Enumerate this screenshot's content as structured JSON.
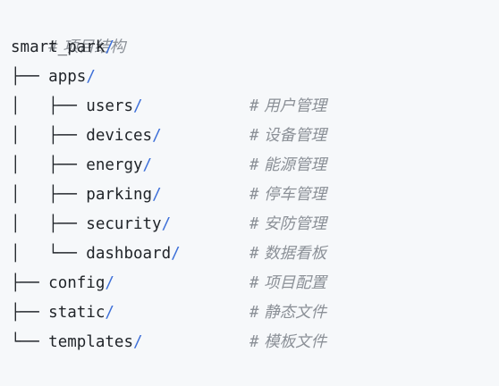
{
  "header_comment": {
    "hash": "#",
    "text": " 项目结构"
  },
  "root": {
    "name": "smart_park",
    "slash": "/"
  },
  "lines": [
    {
      "prefix": "├── ",
      "name": "apps",
      "slash": "/",
      "comment_hash": "",
      "comment_text": ""
    },
    {
      "prefix": "│   ├── ",
      "name": "users",
      "slash": "/",
      "comment_hash": "#",
      "comment_text": " 用户管理"
    },
    {
      "prefix": "│   ├── ",
      "name": "devices",
      "slash": "/",
      "comment_hash": "#",
      "comment_text": " 设备管理"
    },
    {
      "prefix": "│   ├── ",
      "name": "energy",
      "slash": "/",
      "comment_hash": "#",
      "comment_text": " 能源管理"
    },
    {
      "prefix": "│   ├── ",
      "name": "parking",
      "slash": "/",
      "comment_hash": "#",
      "comment_text": " 停车管理"
    },
    {
      "prefix": "│   ├── ",
      "name": "security",
      "slash": "/",
      "comment_hash": "#",
      "comment_text": " 安防管理"
    },
    {
      "prefix": "│   └── ",
      "name": "dashboard",
      "slash": "/",
      "comment_hash": "#",
      "comment_text": " 数据看板"
    },
    {
      "prefix": "├── ",
      "name": "config",
      "slash": "/",
      "comment_hash": "#",
      "comment_text": " 项目配置"
    },
    {
      "prefix": "├── ",
      "name": "static",
      "slash": "/",
      "comment_hash": "#",
      "comment_text": " 静态文件"
    },
    {
      "prefix": "└── ",
      "name": "templates",
      "slash": "/",
      "comment_hash": "#",
      "comment_text": " 模板文件"
    }
  ]
}
